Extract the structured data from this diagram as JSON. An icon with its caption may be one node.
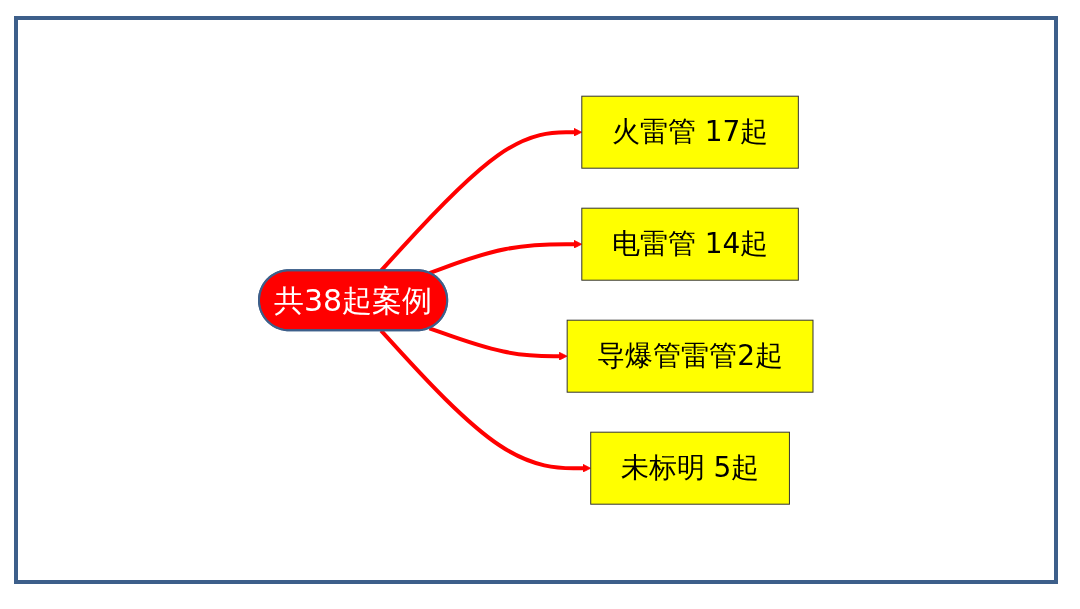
{
  "diagram": {
    "nodes": [
      {
        "text": [
          "共38起案例"
        ]
      },
      {
        "text": [
          "火雷管 17起"
        ]
      },
      {
        "text": [
          "电雷管 14起"
        ]
      },
      {
        "text": [
          "导爆管雷管2起"
        ]
      },
      {
        "text": [
          "未标明 5起"
        ]
      }
    ],
    "edges": [
      {
        "from": 0,
        "to": 1,
        "arrow": "to",
        "color": "#ff0000"
      },
      {
        "from": 0,
        "to": 2,
        "arrow": "to",
        "color": "#ff0000"
      },
      {
        "from": 0,
        "to": 3,
        "arrow": "to",
        "color": "#ff0000"
      },
      {
        "from": 0,
        "to": 4,
        "arrow": "to",
        "color": "#ff0000"
      }
    ]
  }
}
